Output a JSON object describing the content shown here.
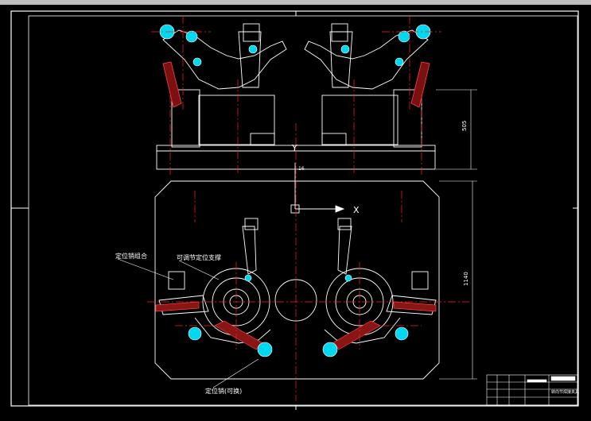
{
  "colors": {
    "background": "#000000",
    "linework": "#ffffff",
    "centerline": "#ff2020",
    "clamp": "#00e5ff",
    "bracket": "#ff4040",
    "frame": "#ffffff",
    "topbar": "#bdbdbd"
  },
  "labels": {
    "note_left_1": "定位销组合",
    "note_left_2": "可调节定位支撑",
    "note_bottom": "定位销(可换)",
    "dim_vertical_top": "505",
    "dim_vertical_bottom": "1140",
    "dim_top_small": "16",
    "axis_x": "X",
    "axis_y": "Y"
  },
  "titleblock": {
    "title": "转向节焊接夹具"
  }
}
